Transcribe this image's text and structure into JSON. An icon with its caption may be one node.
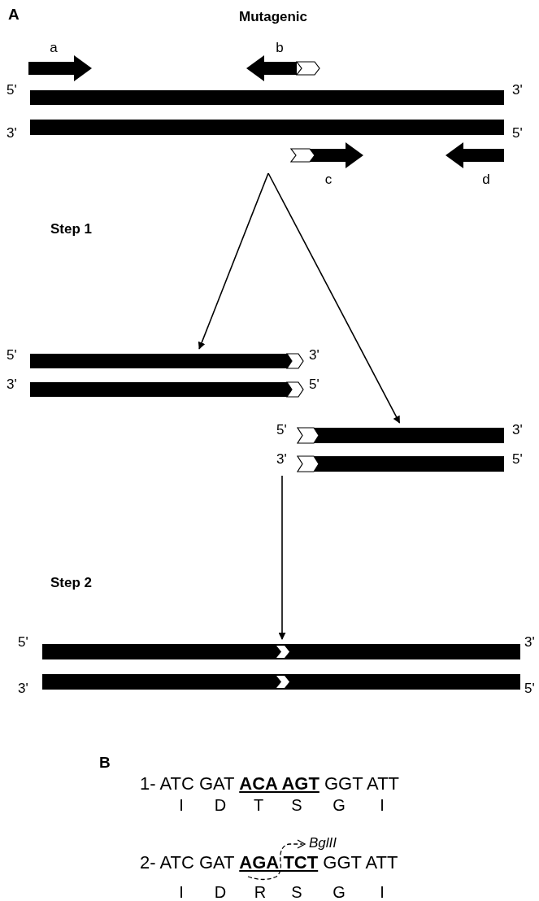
{
  "diagram": {
    "title": "Mutagenic",
    "nodes": [
      {
        "text": [],
        "shape": "bar",
        "beside": [
          "5'",
          "3'",
          "3'",
          "5'"
        ]
      },
      {
        "text": [],
        "shape": "bar",
        "beside": [
          "5'",
          "3'",
          "3'",
          "5'"
        ]
      },
      {
        "text": [],
        "shape": "bar",
        "beside": [
          "5'",
          "3'",
          "3'",
          "5'"
        ]
      },
      {
        "text": [],
        "shape": "bar",
        "beside": [
          "5'",
          "3'",
          "3'",
          "5'"
        ]
      }
    ],
    "edges": [
      {
        "from": 0,
        "to": 1,
        "arrow": "to"
      },
      {
        "from": 0,
        "to": 2,
        "arrow": "to"
      },
      {
        "from": null,
        "to": 3,
        "arrow": "to"
      }
    ],
    "labels": [
      "A",
      "a",
      "b",
      "c",
      "d",
      "Step 1",
      "Step 2",
      "B",
      "1- ATC GAT **ACA AGT** GGT ATT",
      "I",
      "D",
      "T",
      "S",
      "G",
      "I",
      "BglII",
      "2- ATC GAT **AGA TCT** GGT ATT",
      "I",
      "D",
      "R",
      "S",
      "G",
      "I"
    ]
  }
}
